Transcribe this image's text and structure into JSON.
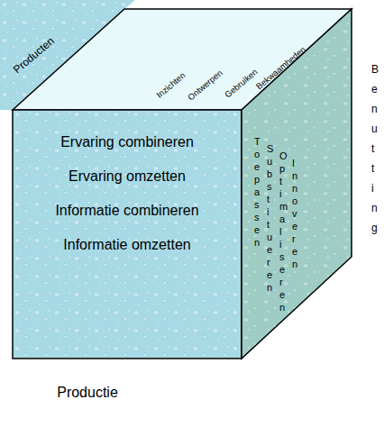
{
  "diagram": {
    "nodes": [
      {
        "text": [
          "Producten",
          "Inzichten",
          "Ontwerpen",
          "Gebruiken",
          "Bekwaamheden"
        ]
      },
      {
        "text": [
          "Ervaring combineren",
          "Ervaring omzetten",
          "Informatie combineren",
          "Informatie omzetten",
          "Productie"
        ]
      },
      {
        "text": [
          "Benutting",
          "Toepassen",
          "Substitueren",
          "Optimaliseren",
          "Innoveren"
        ]
      }
    ]
  }
}
